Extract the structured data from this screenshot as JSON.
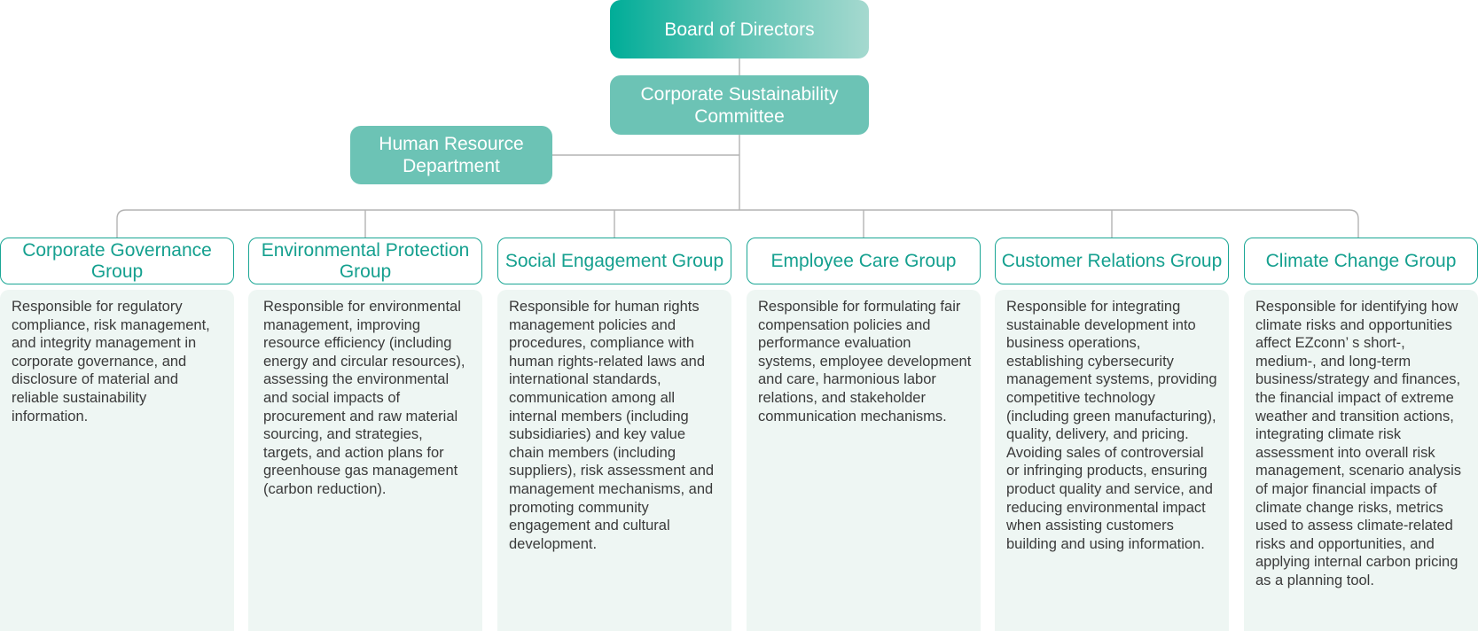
{
  "board": {
    "label": "Board of Directors"
  },
  "committee": {
    "label": "Corporate Sustainability Committee"
  },
  "hr": {
    "label": "Human Resource Department"
  },
  "groups": [
    {
      "title": "Corporate Governance Group",
      "description": "Responsible for regulatory compliance, risk management, and integrity management in corporate governance, and disclosure of material and reliable sustainability information."
    },
    {
      "title": "Environmental Protection Group",
      "description": "Responsible for environmental management, improving resource efficiency (including energy and circular resources), assessing the environmental and social impacts of procurement and raw material sourcing, and strategies, targets, and action plans for greenhouse gas management (carbon reduction)."
    },
    {
      "title": "Social Engagement Group",
      "description": "Responsible for human rights management policies and procedures, compliance with human rights-related laws and international standards, communication among all internal members (including subsidiaries) and key value chain members (including suppliers), risk assessment and management mechanisms, and promoting community engagement and cultural development."
    },
    {
      "title": "Employee Care Group",
      "description": "Responsible for formulating fair compensation policies and performance evaluation systems, employee development and care, harmonious labor relations, and stakeholder communication mechanisms."
    },
    {
      "title": "Customer Relations Group",
      "description": "Responsible for integrating sustainable development into business operations, establishing cybersecurity management systems, providing competitive technology (including green manufacturing), quality, delivery, and pricing. Avoiding sales of controversial or infringing products, ensuring product quality and service, and reducing environmental impact when assisting customers building and using information."
    },
    {
      "title": "Climate Change Group",
      "description": "Responsible for identifying how climate risks and opportunities affect EZconn’ s short-, medium-, and long-term business/strategy and finances, the financial impact of extreme weather and transition actions, integrating climate risk assessment into overall risk management, scenario analysis of major financial impacts of climate change risks, metrics used to assess climate-related risks and opportunities, and applying internal carbon pricing as a planning tool."
    }
  ]
}
